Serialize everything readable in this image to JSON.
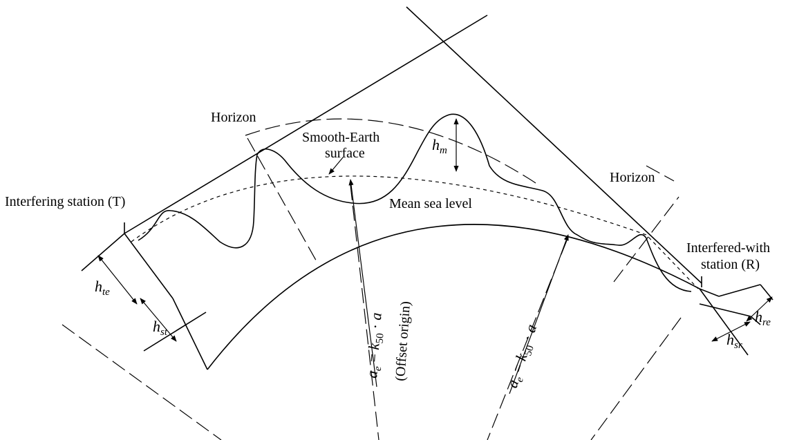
{
  "labels": {
    "horizon_left": "Horizon",
    "horizon_right": "Horizon",
    "smooth_earth_line1": "Smooth-Earth",
    "smooth_earth_line2": "surface",
    "interfering_station": "Interfering station (T)",
    "mean_sea_level": "Mean sea level",
    "interfered_line1": "Interfered-with",
    "interfered_line2": "station (R)",
    "offset_origin": "(Offset origin)"
  },
  "symbols": {
    "hm": {
      "base": "h",
      "sub": "m"
    },
    "hte": {
      "base": "h",
      "sub": "te"
    },
    "hst": {
      "base": "h",
      "sub": "st"
    },
    "hre": {
      "base": "h",
      "sub": "re"
    },
    "hsr": {
      "base": "h",
      "sub": "sr"
    },
    "radius": {
      "a": "a",
      "e": "e",
      "k": "k",
      "k_sub": "50",
      "equals": " = ",
      "dot": " · "
    }
  }
}
